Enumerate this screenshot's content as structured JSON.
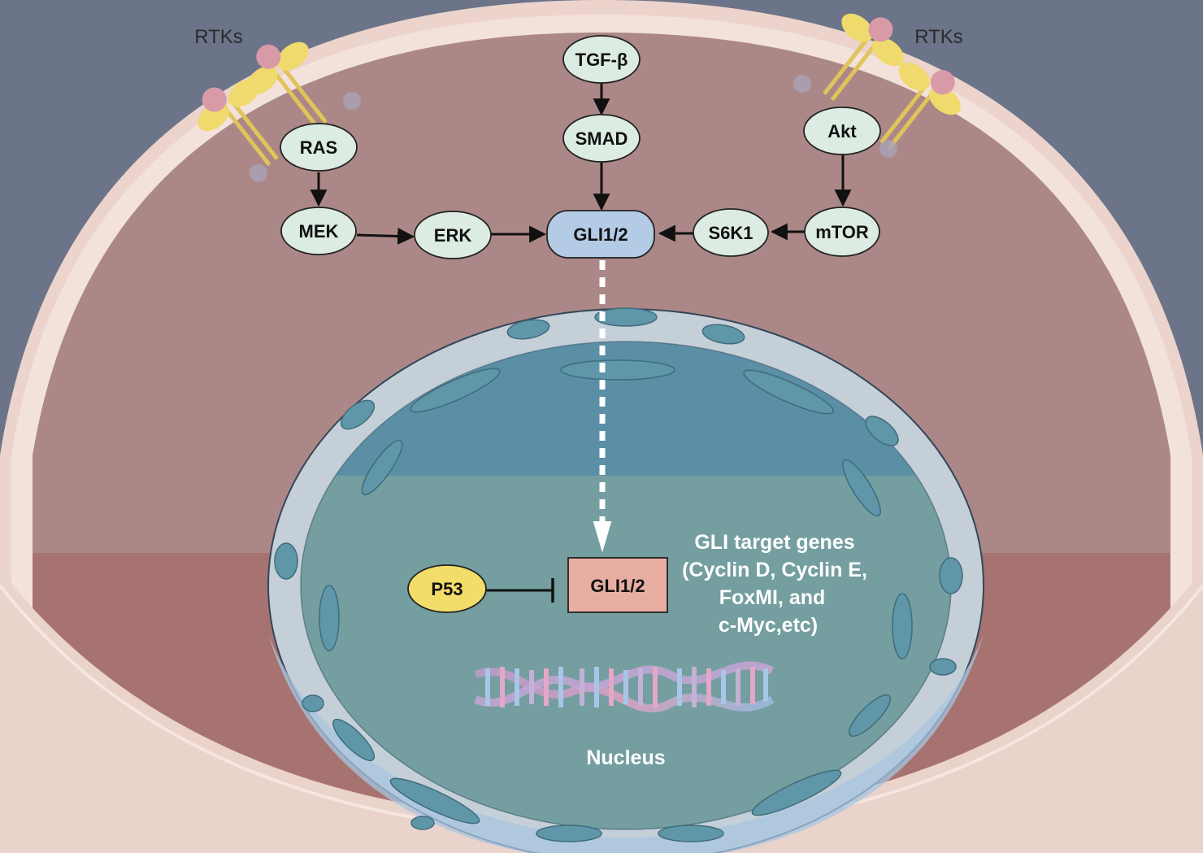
{
  "colors": {
    "background": "#6b7489",
    "cell_outer": "#ecd4cc",
    "cytoplasm": "#ab8887",
    "cytoplasm_lower": "#a77370",
    "node_green": "#dcece2",
    "node_blue": "#b4cbe6",
    "node_pink": "#e8aea2",
    "node_yellow": "#f3dc6a",
    "nuclear_envelope": "#c5cfd8",
    "nucleoplasm": "#5b8fa6"
  },
  "labels": {
    "rtks_left": "RTKs",
    "rtks_right": "RTKs",
    "nucleus": "Nucleus"
  },
  "nodes": {
    "ras": "RAS",
    "mek": "MEK",
    "erk": "ERK",
    "tgfb": "TGF-β",
    "smad": "SMAD",
    "gli_cyto": "GLI1/2",
    "akt": "Akt",
    "mtor": "mTOR",
    "s6k1": "S6K1",
    "p53": "P53",
    "gli_nuc": "GLI1/2"
  },
  "target_genes": [
    "GLI target genes",
    "(Cyclin D, Cyclin E,",
    "FoxMI, and",
    "c-Myc,etc)"
  ],
  "edges": [
    {
      "from": "RAS",
      "to": "MEK",
      "type": "activation"
    },
    {
      "from": "MEK",
      "to": "ERK",
      "type": "activation"
    },
    {
      "from": "ERK",
      "to": "GLI1/2",
      "type": "activation"
    },
    {
      "from": "TGF-β",
      "to": "SMAD",
      "type": "activation"
    },
    {
      "from": "SMAD",
      "to": "GLI1/2",
      "type": "activation"
    },
    {
      "from": "Akt",
      "to": "mTOR",
      "type": "activation"
    },
    {
      "from": "mTOR",
      "to": "S6K1",
      "type": "activation"
    },
    {
      "from": "S6K1",
      "to": "GLI1/2",
      "type": "activation"
    },
    {
      "from": "GLI1/2",
      "to": "GLI1/2 (nucleus)",
      "type": "translocation"
    },
    {
      "from": "P53",
      "to": "GLI1/2 (nucleus)",
      "type": "inhibition"
    }
  ]
}
